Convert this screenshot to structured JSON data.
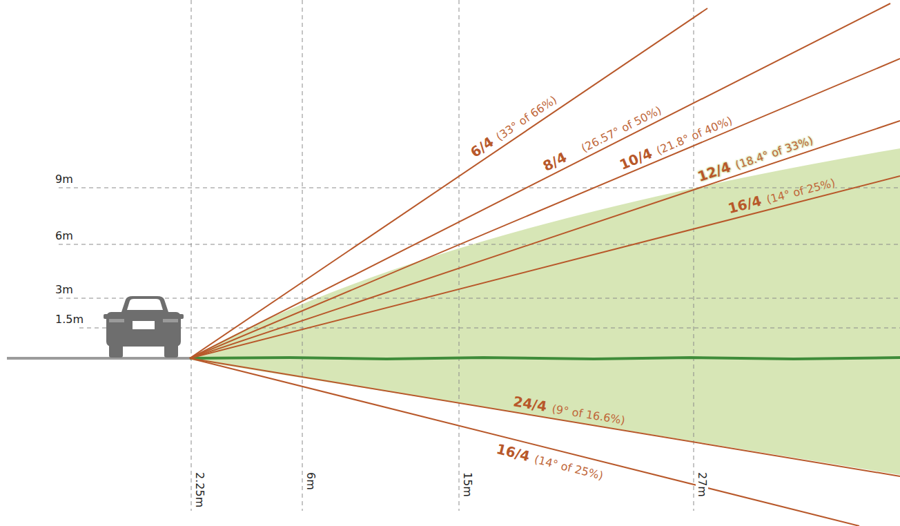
{
  "diagram": {
    "labels": [
      "9m",
      "6m",
      "3m",
      "1.5m",
      "2.25m",
      "6m",
      "15m",
      "27m",
      "6/4",
      "(33° of 66%)",
      "8/4",
      "(26.57° of 50%)",
      "10/4",
      "(21.8° of 40%)",
      "12/4",
      "(18.4° of 33%)",
      "16/4",
      "(14° of 25%)",
      "24/4",
      "(9° of 16.6%)",
      "16/4",
      "(14° of 25%)"
    ]
  }
}
